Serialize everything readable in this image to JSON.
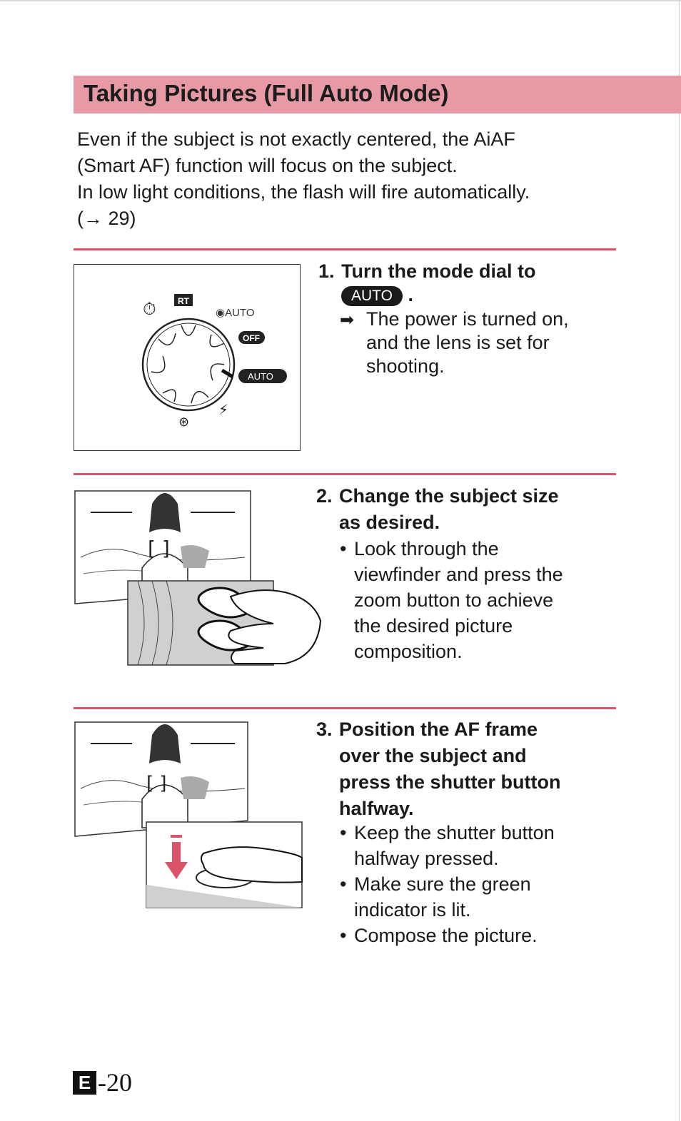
{
  "title": "Taking Pictures (Full Auto Mode)",
  "intro": {
    "line1": "Even if the subject is not exactly centered, the AiAF",
    "line2": "(Smart AF) function will focus on the subject.",
    "line3": "In low light conditions, the flash will fire automatically.",
    "line4": "(→ 29)"
  },
  "steps": [
    {
      "number": "1.",
      "title": "Turn the mode dial to",
      "badge": "AUTO",
      "suffix": ".",
      "result_arrow": "➡",
      "result": "The power is turned on,\nand the lens is set for\nshooting.",
      "dial_labels": {
        "rt": "RT",
        "redeye_auto": "◉AUTO",
        "off": "OFF",
        "auto": "AUTO",
        "flash": "⚡"
      }
    },
    {
      "number": "2.",
      "title": "Change the subject size\nas desired.",
      "bullets": [
        "Look through the\nviewfinder and press the\nzoom button to achieve\nthe desired picture\ncomposition."
      ]
    },
    {
      "number": "3.",
      "title": "Position the AF frame\nover the subject and\npress the shutter button\nhalfway.",
      "bullets": [
        "Keep the shutter button\nhalfway pressed.",
        "Make sure the green\nindicator is lit.",
        "Compose the picture."
      ]
    }
  ],
  "footer": {
    "letter": "E",
    "page": "-20"
  },
  "colors": {
    "title_bar": "#e79aa6",
    "rule": "#d9536b"
  }
}
